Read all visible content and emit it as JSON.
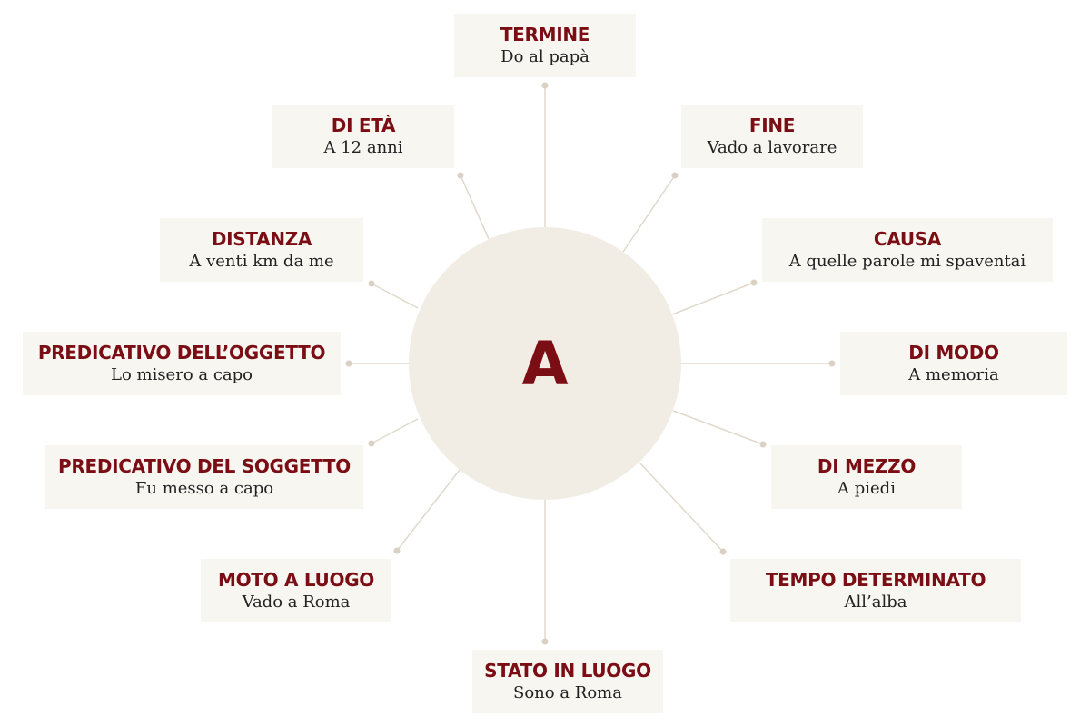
{
  "colors": {
    "accent": "#7b0d14",
    "hub_fill": "#f2ede4",
    "box_fill": "#f8f6f1",
    "connector": "#e0d9cc",
    "example_text": "#222222"
  },
  "hub": {
    "letter": "A"
  },
  "nodes": [
    {
      "label": "TERMINE",
      "example": "Do al papà"
    },
    {
      "label": "FINE",
      "example": "Vado a lavorare"
    },
    {
      "label": "CAUSA",
      "example": "A quelle parole mi spaventai"
    },
    {
      "label": "DI MODO",
      "example": "A memoria"
    },
    {
      "label": "DI MEZZO",
      "example": "A piedi"
    },
    {
      "label": "TEMPO DETERMINATO",
      "example": "All’alba"
    },
    {
      "label": "STATO IN LUOGO",
      "example": "Sono a Roma"
    },
    {
      "label": "MOTO A LUOGO",
      "example": "Vado a Roma"
    },
    {
      "label": "PREDICATIVO DEL SOGGETTO",
      "example": "Fu messo a capo"
    },
    {
      "label": "PREDICATIVO DELL’OGGETTO",
      "example": "Lo misero a capo"
    },
    {
      "label": "DISTANZA",
      "example": "A venti km da me"
    },
    {
      "label": "DI ETÀ",
      "example": "A 12 anni"
    }
  ]
}
